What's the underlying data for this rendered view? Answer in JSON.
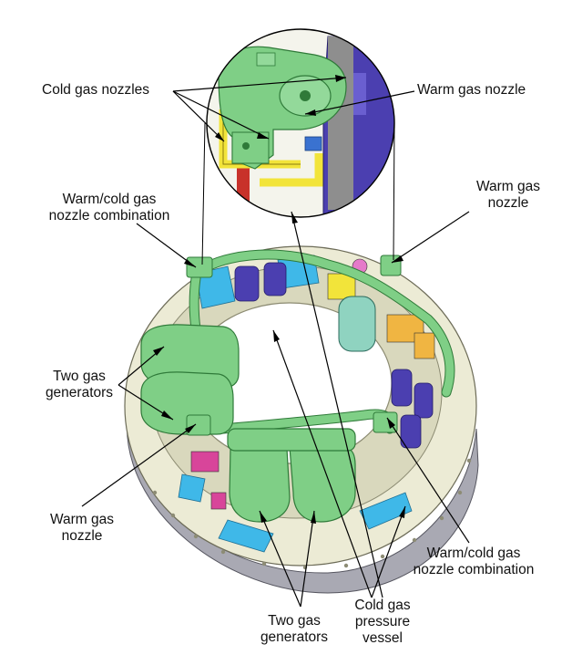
{
  "labels": {
    "cold_gas_nozzles": "Cold gas nozzles",
    "warm_gas_nozzle_top": "Warm gas nozzle",
    "warm_cold_combo_left": [
      "Warm/cold gas",
      "nozzle combination"
    ],
    "warm_gas_nozzle_right": [
      "Warm gas",
      "nozzle"
    ],
    "two_gas_generators_left": [
      "Two gas",
      "generators"
    ],
    "warm_gas_nozzle_left": [
      "Warm gas",
      "nozzle"
    ],
    "warm_cold_combo_right": [
      "Warm/cold gas",
      "nozzle combination"
    ],
    "two_gas_generators_bottom": [
      "Two gas",
      "generators"
    ],
    "cold_gas_pressure_vessel": [
      "Cold gas",
      "pressure",
      "vessel"
    ]
  },
  "colors": {
    "ring_body": "#ecebd5",
    "ring_shadow": "#c9c8ad",
    "base_plate": "#a9a9b3",
    "gas_generator_green": "#7fcf86",
    "pipe_green": "#93d99a",
    "blue_vessel": "#4b3fb0",
    "cyan_plate": "#3fb8e8",
    "magenta_part": "#d8459a",
    "yellow_pipe": "#f2e43a",
    "orange_part": "#f0b542",
    "red_pipe": "#c8322a",
    "leader_line": "#000000"
  }
}
